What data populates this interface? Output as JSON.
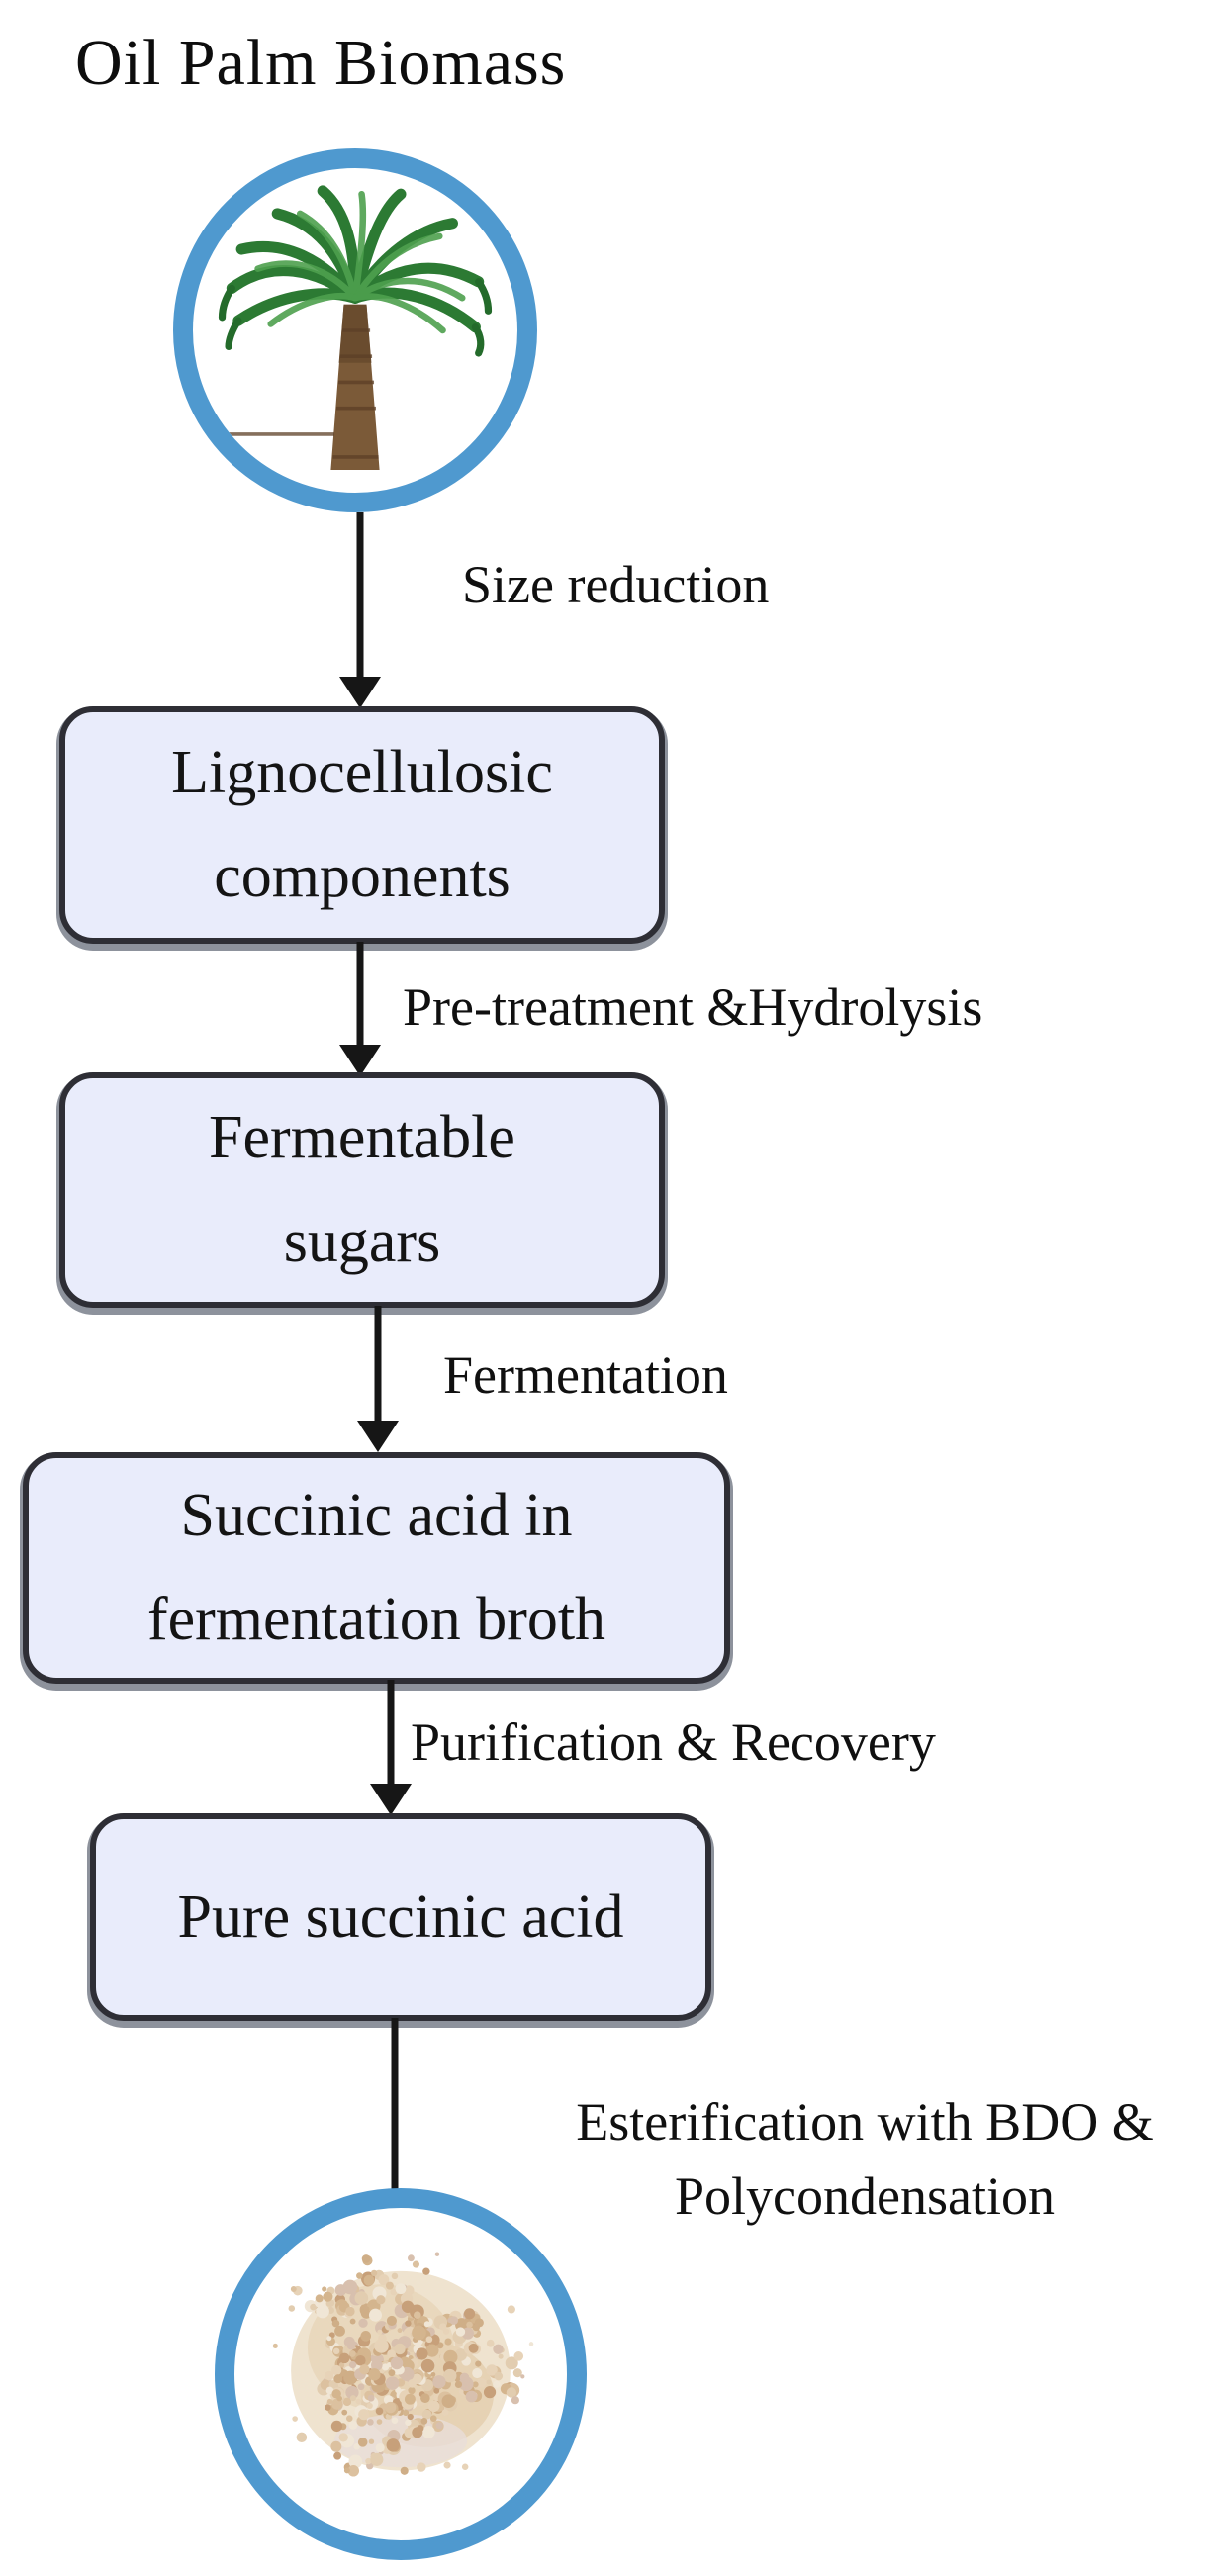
{
  "title": "Oil Palm Biomass",
  "steps": [
    {
      "label": "Size reduction"
    },
    {
      "label": "Pre-treatment &Hydrolysis"
    },
    {
      "label": "Fermentation"
    },
    {
      "label": "Purification & Recovery"
    },
    {
      "label": "Esterification with BDO & Polycondensation"
    }
  ],
  "boxes": [
    {
      "text": "Lignocellulosic components"
    },
    {
      "text": "Fermentable sugars"
    },
    {
      "text": "Succinic acid in fermentation broth"
    },
    {
      "text": "Pure succinic acid"
    }
  ],
  "icons": {
    "top": "palm-tree",
    "bottom": "polymer-powder-pile"
  },
  "colors": {
    "ring_blue": "#4f99cf",
    "box_fill": "#e9ecfb",
    "box_border": "#2e2e35",
    "box_shadow_gray": "#8d929c",
    "arrow_black": "#161616",
    "palm_green": "#2c7a33",
    "trunk_brown": "#7b5a38",
    "powder_tan": "#dcc19f"
  }
}
